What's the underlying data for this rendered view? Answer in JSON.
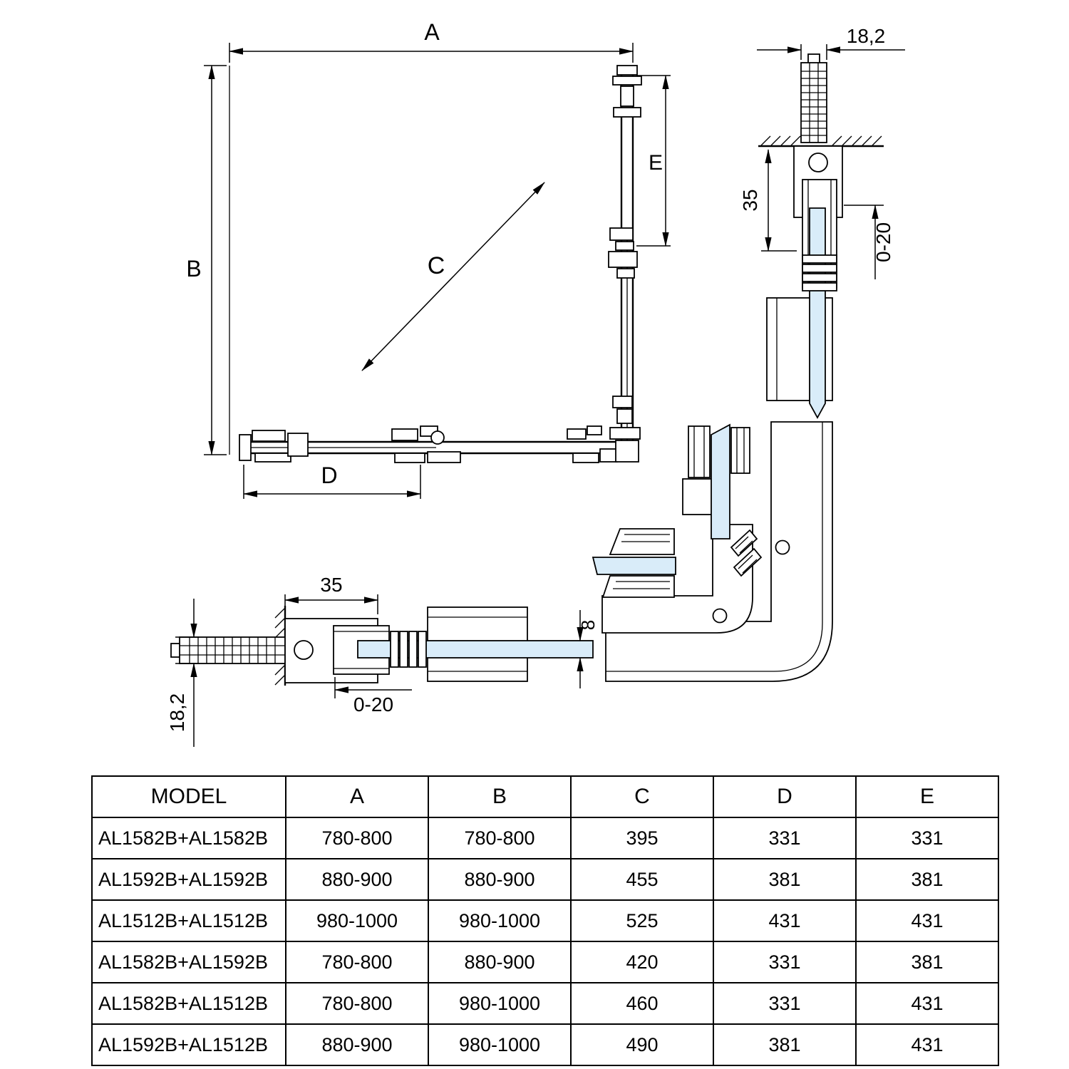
{
  "drawing": {
    "plan": {
      "label_a": "A",
      "label_b": "B",
      "label_c": "C",
      "label_d": "D",
      "label_e": "E"
    },
    "wall_profile_top": {
      "label_width": "18,2",
      "label_depth": "35",
      "label_adjust": "0-20"
    },
    "wall_profile_bottom": {
      "label_depth": "35",
      "label_adjust": "0-20",
      "label_width": "18,2",
      "label_glass": "8"
    }
  },
  "table": {
    "headers": [
      "MODEL",
      "A",
      "B",
      "C",
      "D",
      "E"
    ],
    "rows": [
      [
        "AL1582B+AL1582B",
        "780-800",
        "780-800",
        "395",
        "331",
        "331"
      ],
      [
        "AL1592B+AL1592B",
        "880-900",
        "880-900",
        "455",
        "381",
        "381"
      ],
      [
        "AL1512B+AL1512B",
        "980-1000",
        "980-1000",
        "525",
        "431",
        "431"
      ],
      [
        "AL1582B+AL1592B",
        "780-800",
        "880-900",
        "420",
        "331",
        "381"
      ],
      [
        "AL1582B+AL1512B",
        "780-800",
        "980-1000",
        "460",
        "331",
        "431"
      ],
      [
        "AL1592B+AL1512B",
        "880-900",
        "980-1000",
        "490",
        "381",
        "431"
      ]
    ]
  },
  "colors": {
    "glass": "#d9ecf9",
    "line": "#000000",
    "background": "#ffffff"
  }
}
